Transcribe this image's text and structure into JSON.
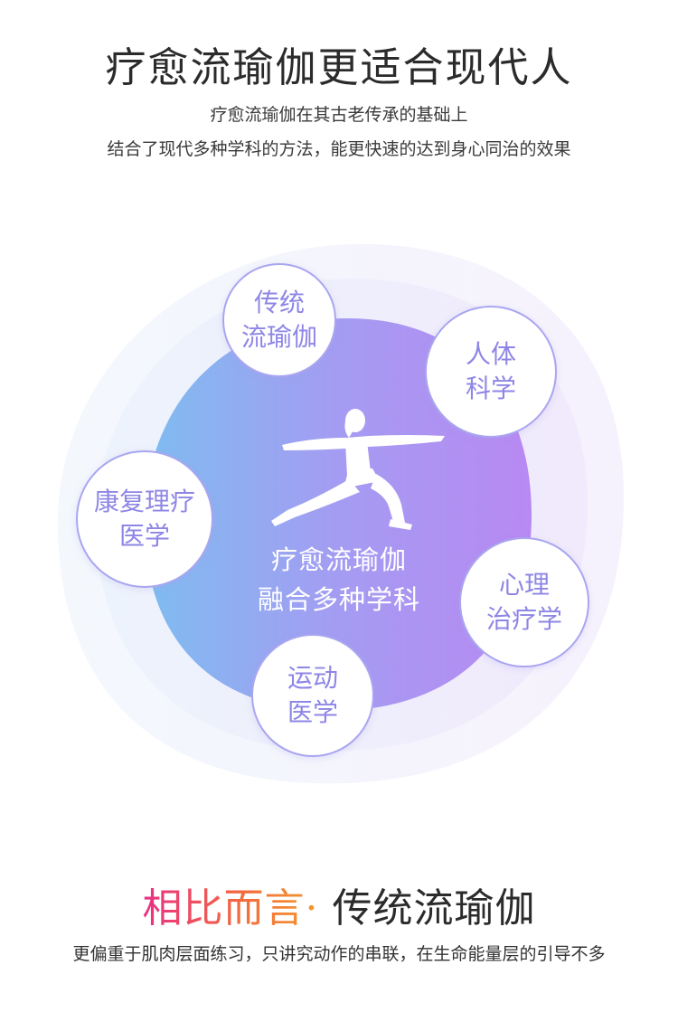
{
  "header": {
    "title": "疗愈流瑜伽更适合现代人",
    "subtitle_line1": "疗愈流瑜伽在其古老传承的基础上",
    "subtitle_line2": "结合了现代多种学科的方法，能更快速的达到身心同治的效果"
  },
  "diagram": {
    "center_line1": "疗愈流瑜伽",
    "center_line2": "融合多种学科",
    "center_icon": "yoga-warrior-pose-icon",
    "colors": {
      "core_left": "#7fbcf0",
      "core_mid": "#a49cf2",
      "core_right": "#b889f2",
      "bubble_text": "#8e86e6",
      "bubble_border": "#a9a6f0"
    },
    "bubbles": [
      {
        "line1": "传统",
        "line2": "流瑜伽"
      },
      {
        "line1": "人体",
        "line2": "科学"
      },
      {
        "line1": "康复理疗",
        "line2": "医学"
      },
      {
        "line1": "心理",
        "line2": "治疗学"
      },
      {
        "line1": "运动",
        "line2": "医学"
      }
    ]
  },
  "comparison": {
    "title_highlight": "相比而言·",
    "title_rest": " 传统流瑜伽",
    "description": "更偏重于肌肉层面练习，只讲究动作的串联，在生命能量层的引导不多",
    "colors": {
      "highlight_start": "#ea2f86",
      "highlight_end": "#f59a2e"
    }
  }
}
